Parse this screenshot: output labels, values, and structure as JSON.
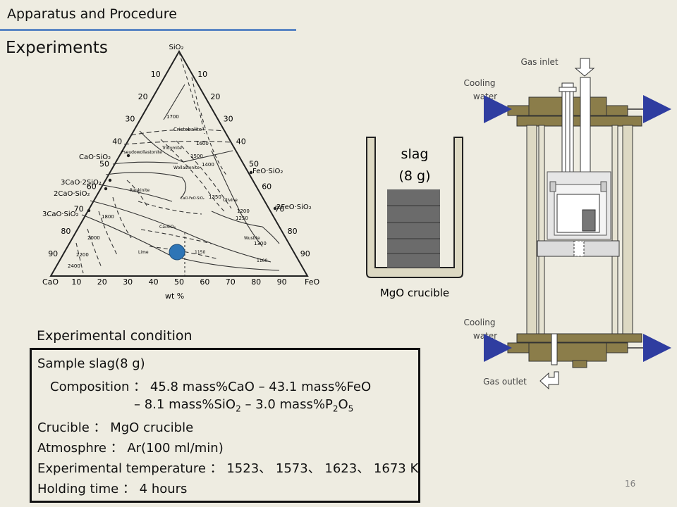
{
  "header": {
    "title": "Apparatus and Procedure"
  },
  "section_title": "Experiments",
  "phase_diagram": {
    "apex_top": "SiO₂",
    "corner_left": "CaO",
    "corner_right": "FeO",
    "unit_label": "wt %",
    "bottom_ticks": [
      "10",
      "20",
      "30",
      "40",
      "50",
      "60",
      "70",
      "80",
      "90"
    ],
    "left_ticks": [
      "10",
      "20",
      "30",
      "40",
      "50",
      "60",
      "70",
      "80",
      "90"
    ],
    "right_ticks": [
      "10",
      "20",
      "30",
      "40",
      "50",
      "60",
      "70",
      "80",
      "90"
    ],
    "compounds": [
      "CaO·SiO₂",
      "3CaO·2SiO₂",
      "2CaO·SiO₂",
      "3CaO·SiO₂",
      "FeO·SiO₂",
      "2FeO·SiO₂"
    ],
    "phases": [
      "Cristobalite",
      "Tridymite",
      "Pseudowollastonite",
      "Wollastonite",
      "Rankinite",
      "Olivine",
      "Ca₂SiO₄",
      "Lime",
      "Wustite",
      "CaO·FeO·SiO₂"
    ],
    "isotherms": [
      "1700",
      "1600",
      "1500",
      "1400",
      "1300",
      "1250",
      "1200",
      "1150",
      "1100",
      "1350",
      "1800",
      "2000",
      "2200",
      "2400"
    ]
  },
  "crucible": {
    "slag_label": "slag",
    "slag_mass": "(8 g)",
    "crucible_label": "MgO crucible"
  },
  "apparatus": {
    "gas_inlet": "Gas inlet",
    "gas_outlet": "Gas outlet",
    "cooling_top_1": "Cooling",
    "cooling_top_2": "water",
    "cooling_bottom_1": "Cooling",
    "cooling_bottom_2": "water"
  },
  "conditions": {
    "heading": "Experimental condition",
    "sample": "Sample slag(8 g)",
    "composition_label": "Composition ：",
    "composition_line1": "45.8 mass%CaO – 43.1 mass%FeO",
    "composition_line2_a": "– 8.1 mass%SiO",
    "composition_line2_sub1": "2",
    "composition_line2_b": " – 3.0 mass%P",
    "composition_line2_sub2": "2",
    "composition_line2_c": "O",
    "composition_line2_sub3": "5",
    "crucible": "Crucible ： MgO crucible",
    "atmosphere": "Atmosphre ： Ar(100 ml/min)",
    "temperature": "Experimental temperature ： 1523、 1573、 1623、 1673 K",
    "holding_time": "Holding time ： 4 hours"
  },
  "page_number": "16",
  "colors": {
    "accent_rule": "#5b86c4",
    "marker": "#2e75b6",
    "furnace": "#8b7d4a",
    "arrow": "#2f3da0"
  }
}
